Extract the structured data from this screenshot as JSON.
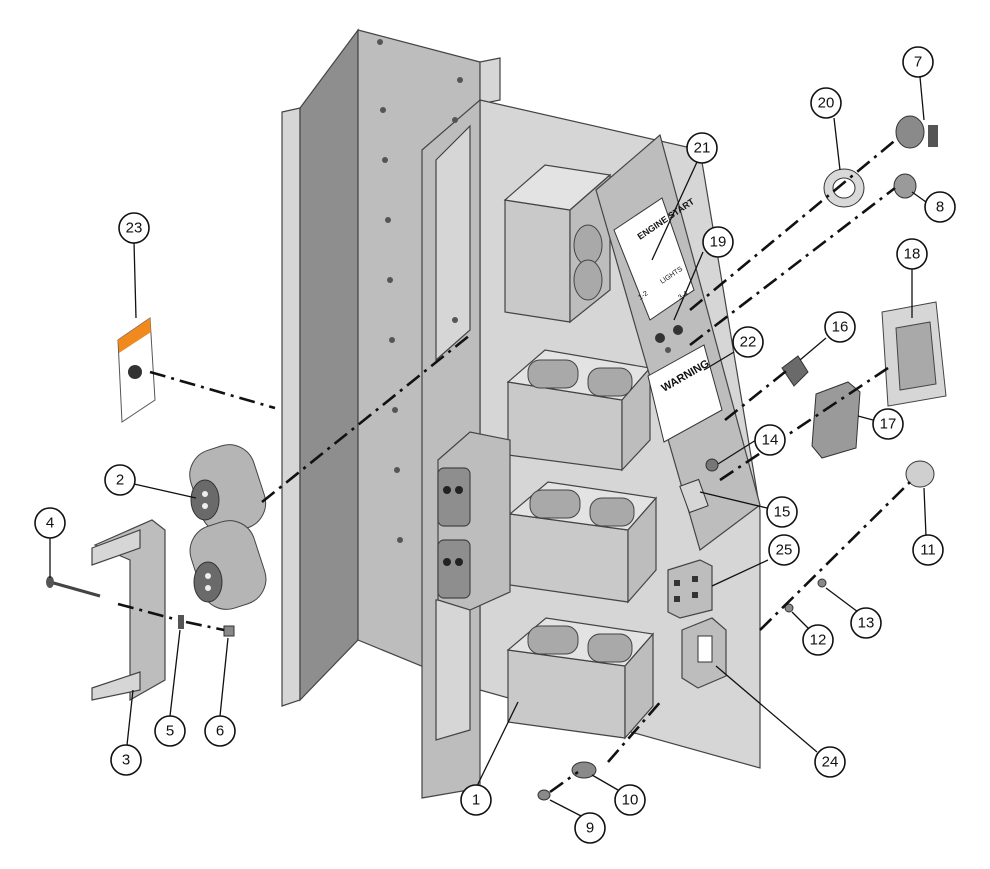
{
  "diagram": {
    "callouts": [
      "1",
      "2",
      "3",
      "4",
      "5",
      "6",
      "7",
      "8",
      "9",
      "10",
      "11",
      "12",
      "13",
      "14",
      "15",
      "16",
      "17",
      "18",
      "19",
      "20",
      "21",
      "22",
      "23",
      "24",
      "25"
    ],
    "panel_labels": {
      "engine_start_title": "ENGINE START",
      "switch_lights_left": "1-2",
      "switch_lights_mid": "LIGHTS",
      "switch_lights_right": "3-4",
      "warning_title": "WARNING"
    }
  }
}
